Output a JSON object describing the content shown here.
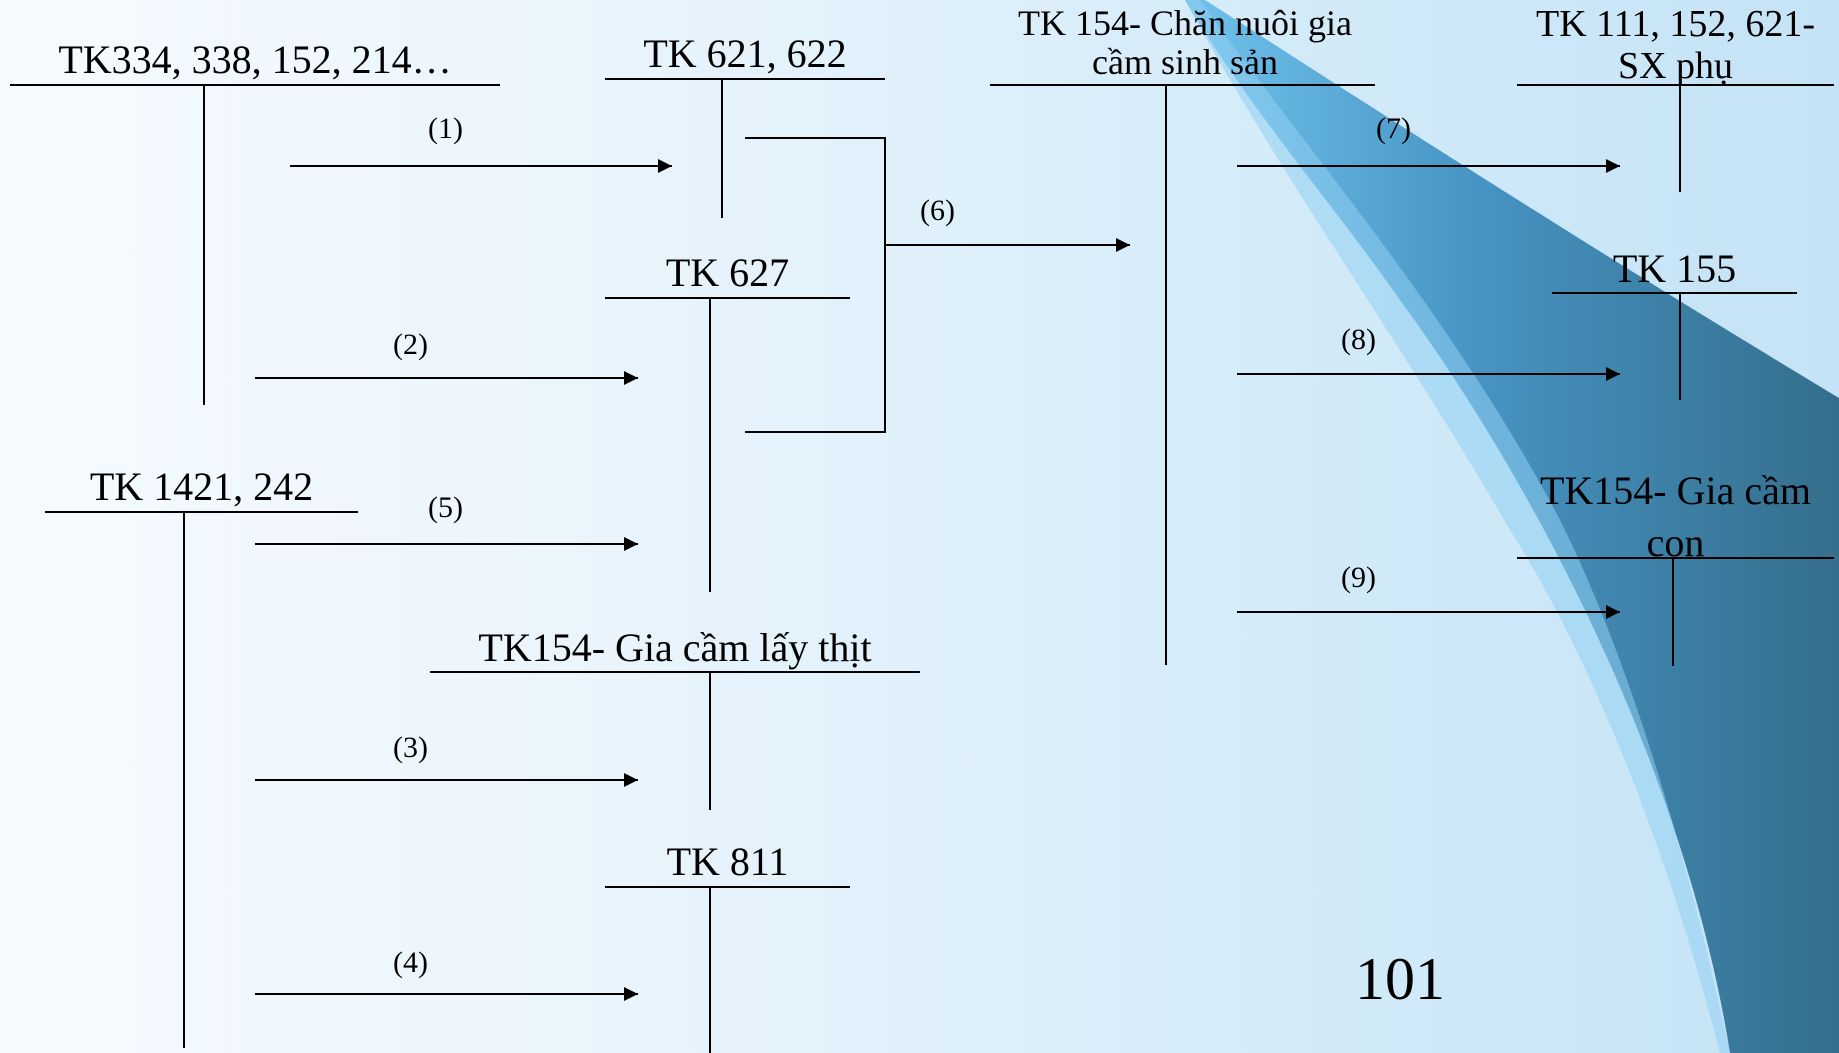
{
  "accounts": {
    "tk334": "TK334, 338, 152, 214…",
    "tk621": "TK 621, 622",
    "tk627": "TK 627",
    "tk1421": "TK 1421, 242",
    "tk154_thit": "TK154- Gia cầm lấy thịt",
    "tk811": "TK 811",
    "tk154_sinhsan": "TK 154- Chăn nuôi gia cầm sinh sản",
    "tk111": "TK 111, 152, 621- SX phụ",
    "tk155": "TK 155",
    "tk154_con": "TK154- Gia cầm con"
  },
  "flows": {
    "f1": "(1)",
    "f2": "(2)",
    "f3": "(3)",
    "f4": "(4)",
    "f5": "(5)",
    "f6": "(6)",
    "f7": "(7)",
    "f8": "(8)",
    "f9": "(9)"
  },
  "page_number": "101",
  "colors": {
    "line": "#000000",
    "swoosh_light": "#5fb4e6",
    "swoosh_dark": "#2f6f91"
  }
}
